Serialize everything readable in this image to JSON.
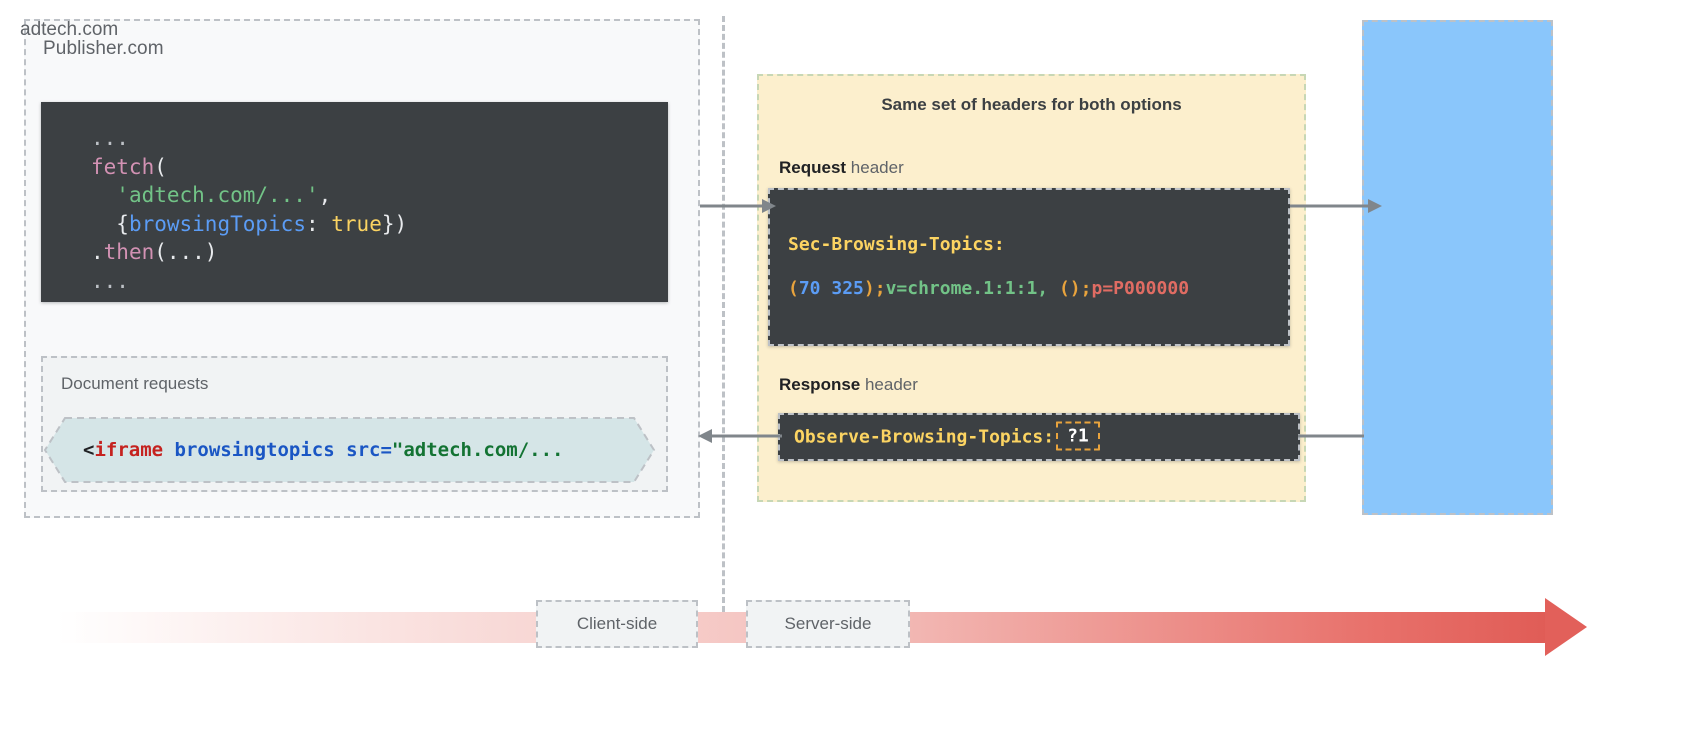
{
  "publisher": {
    "label": "Publisher.com",
    "fetch_code": {
      "line1_dots": "...",
      "line2_fn": "fetch",
      "line2_paren": "(",
      "line3_str": "'adtech.com/...'",
      "line3_comma": ",",
      "line4_open": "{",
      "line4_prop": "browsingTopics",
      "line4_colon": ": ",
      "line4_bool": "true",
      "line4_close": "})",
      "line5_dot": ".",
      "line5_fn": "then",
      "line5_args": "(...)",
      "line6_dots": "..."
    },
    "document_requests_label": "Document requests",
    "iframe_snippet": {
      "lt": "<",
      "tag": "iframe",
      "attr1": " browsingtopics",
      "attr2": " src=",
      "value": "\"adtech.com/..."
    }
  },
  "headers": {
    "title": "Same set of headers for both options",
    "request_caption_strong": "Request",
    "request_caption_rest": " header",
    "response_caption_strong": "Response",
    "response_caption_rest": " header",
    "request_header": {
      "name": "Sec-Browsing-Topics:",
      "value_open_paren": "(",
      "value_topic_ids": "70 325",
      "value_close_paren": ")",
      "value_semi1": ";",
      "value_version": "v=chrome.1:1:1,",
      "value_space": " ",
      "value_empty_parens": "()",
      "value_semi2": ";",
      "value_p": "p=P000000",
      "full_value": "(70 325);v=chrome.1:1:1, ();p=P000000"
    },
    "response_header": {
      "name": "Observe-Browsing-Topics:",
      "value": "?1"
    }
  },
  "adtech": {
    "label": "adtech.com"
  },
  "timeline": {
    "client_side_label": "Client-side",
    "server_side_label": "Server-side"
  },
  "colors": {
    "publisher_panel_bg": "#f8f9fa",
    "headers_panel_bg": "#fcefcd",
    "adtech_panel_bg": "#8ac6fb",
    "code_block_bg": "#3c4043",
    "iframe_chip_bg": "#d5e5e7",
    "highlight_border": "#e8a33d",
    "timeline_arrow": "#e2605a",
    "dashed_border": "#bdc1c6"
  }
}
